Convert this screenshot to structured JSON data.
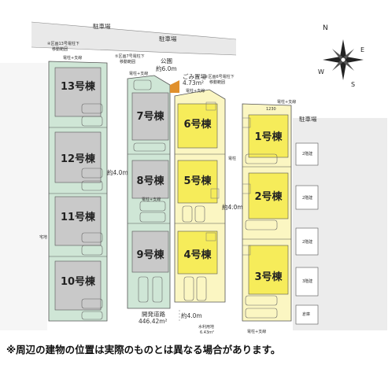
{
  "houses": {
    "h1": "1号棟",
    "h2": "2号棟",
    "h3": "3号棟",
    "h4": "4号棟",
    "h5": "5号棟",
    "h6": "6号棟",
    "h7": "7号棟",
    "h8": "8号棟",
    "h9": "9号棟",
    "h10": "10号棟",
    "h11": "11号棟",
    "h12": "12号棟",
    "h13": "13号棟"
  },
  "labels": {
    "parking_top": "駐車場",
    "parking_mid": "駐車場",
    "parking_right": "駐車場",
    "park": "公園",
    "park_width": "約6.0m",
    "garbage": "ごみ置場",
    "garbage_area": "4.73m²",
    "pole_note_13": "④区画13号電柱下",
    "pole_note_13b": "移動範囲",
    "pole_note_7": "⑤区画7号電柱下",
    "pole_note_7b": "移動範囲",
    "pole_note_6": "⑥区画6号電柱下",
    "pole_note_6b": "移動範囲",
    "road_left_width": "約4.0m",
    "road_right_width": "約4.0m",
    "road_bottom_width": "約4.0m",
    "dev_road": "開発道路",
    "dev_road_area": "446.42m²",
    "water_channel": "水利用地",
    "water_area": "6.43m²",
    "left_neighbor": "宅地",
    "right_2f_a": "2階建",
    "right_2f_b": "2階建",
    "right_2f_c": "2階建",
    "right_3f": "3階建",
    "right_warehouse": "倉庫",
    "pole_a": "電柱+支線",
    "pole_b": "電柱+支線",
    "pole_c": "電柱+支線",
    "pole_d": "電柱+支線",
    "pole_e": "電柱+支線",
    "pole_f": "電柱+支線",
    "pole_g": "電柱",
    "dim_1230": "1230"
  },
  "compass": {
    "n": "N",
    "e": "E",
    "s": "S",
    "w": "W"
  },
  "footer_note": "※周辺の建物の位置は実際のものとは異なる場合があります。",
  "colors": {
    "lot_green": "#cfe6d6",
    "lot_yellow": "#fbf6c2",
    "house_gray": "#c9c9c9",
    "house_yellow": "#f6ec5a",
    "road": "#ffffff",
    "outside": "#e9e9e9",
    "line": "#555555"
  }
}
